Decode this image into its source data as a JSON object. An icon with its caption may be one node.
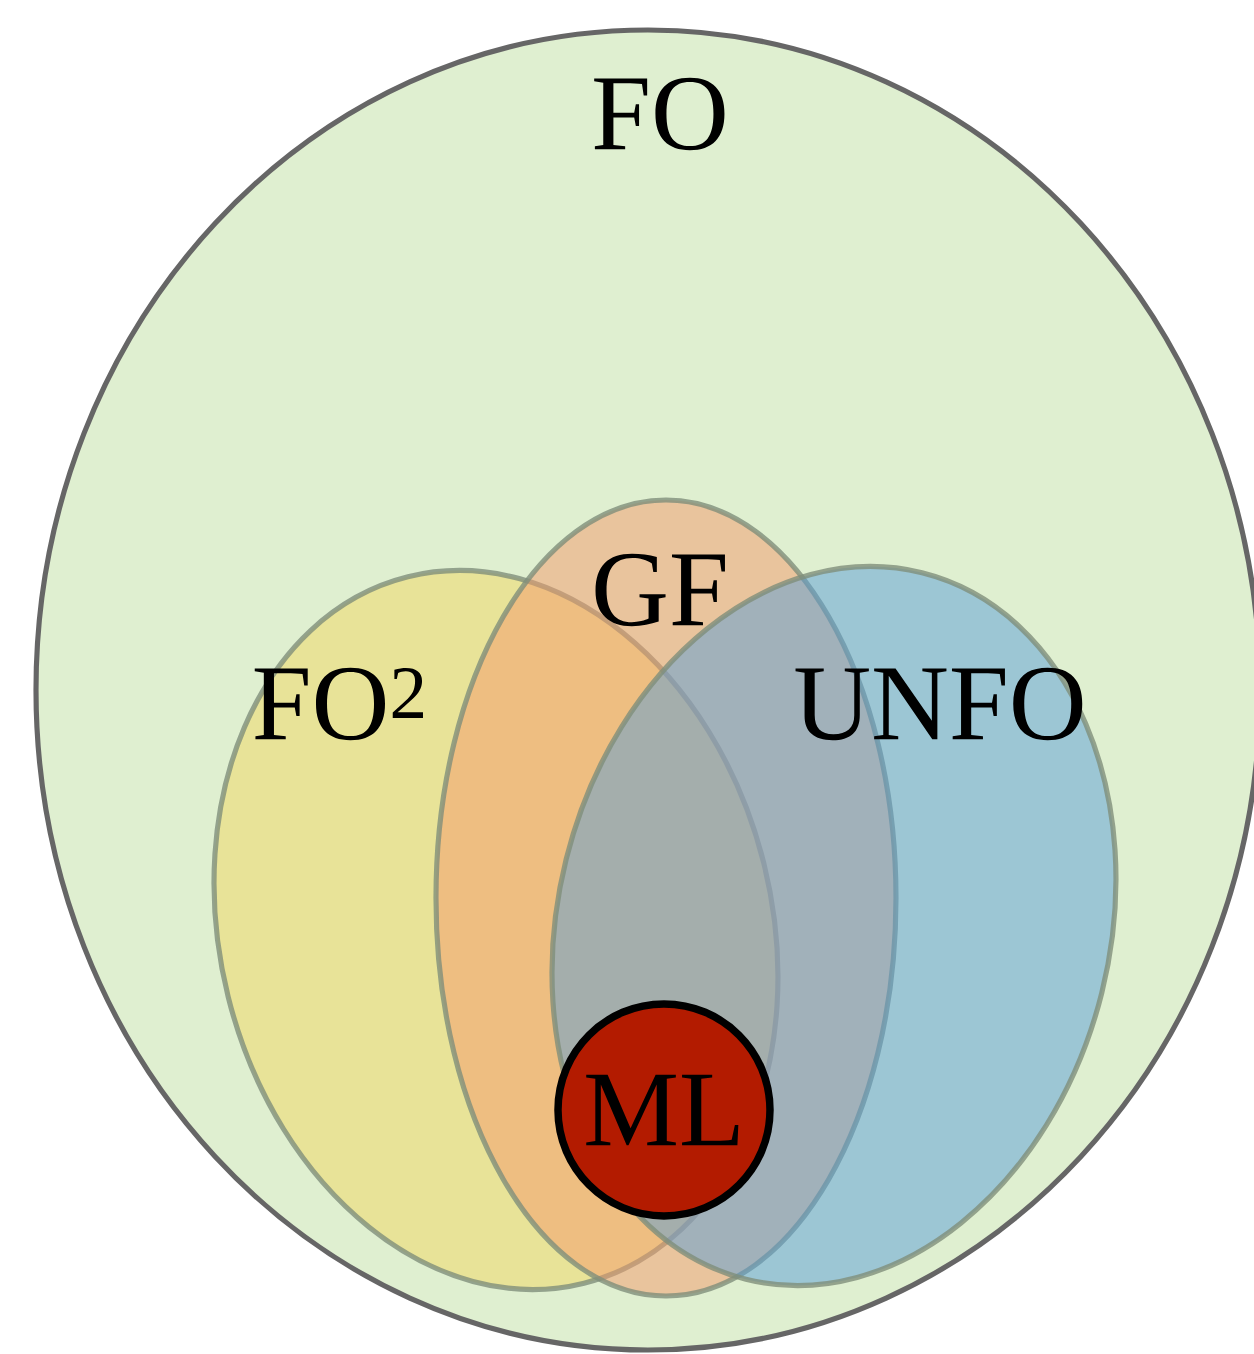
{
  "diagram": {
    "nodes": [
      {
        "text": [
          "FO"
        ]
      },
      {
        "text": [
          "FO$^{2}$"
        ],
        "in": 0
      },
      {
        "text": [
          "GF"
        ],
        "in": 0
      },
      {
        "text": [
          "UNFO"
        ],
        "in": 0
      },
      {
        "text": [
          "ML"
        ]
      }
    ]
  }
}
